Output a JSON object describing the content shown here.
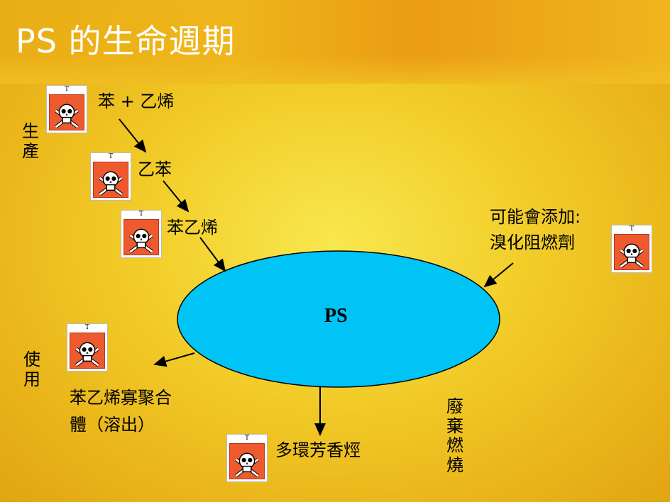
{
  "title": "PS 的生命週期",
  "center_label": "PS",
  "stages": {
    "production": "生產",
    "use": "使用",
    "disposal": "廢棄燃燒"
  },
  "labels": {
    "benzene_ethylene": "苯 + 乙烯",
    "ethylbenzene": "乙苯",
    "styrene": "苯乙烯",
    "additive_title": "可能會添加:",
    "additive_name": "溴化阻燃劑",
    "oligomer_line1": "苯乙烯寡聚合",
    "oligomer_line2": "體（溶出）",
    "pah": "多環芳香烴"
  },
  "hazard_symbol": {
    "icon": "skull-crossbones-icon",
    "letter": "T",
    "color": "#ee5a2e"
  },
  "colors": {
    "ellipse": "#00c4f5",
    "title": "#ffffff"
  }
}
